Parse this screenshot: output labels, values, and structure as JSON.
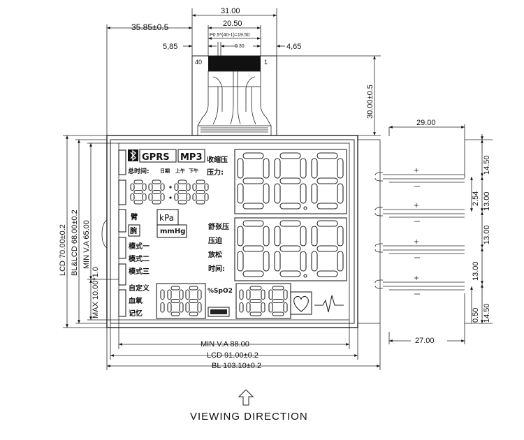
{
  "dimensions": {
    "fpc_total_width": "31.00",
    "fpc_contact_width": "20.50",
    "fpc_offset_left": "35.85±0.5",
    "pitch_note": "P0.5*(40-1)=19.50",
    "pin_width": "0.30",
    "fpc_left_margin": "5,85",
    "fpc_right_margin": "4,65",
    "fpc_length": "30.00±0.5",
    "pin_first": "40",
    "pin_last": "1",
    "lcd_height": "LCD 70.00±0.2",
    "bl_lcd_height": "BL&LCD 68.00±0.2",
    "min_va_height": "MIN V.A 65.00",
    "max_offset": "MAX 10.00*1.0",
    "min_va_width": "MIN V.A 88.00",
    "lcd_width": "LCD 91.00±0.2",
    "bl_width": "BL 103.10±0.2",
    "led_lead_width": "29.00",
    "led_lead_width_bottom": "27.00",
    "led_spacing_top": "14.50",
    "led_pitch": "2.54",
    "led_spacing_1": "13.00",
    "led_spacing_2": "13.00",
    "led_spacing_3": "13.00",
    "led_bottom_gap": "0.50",
    "led_spacing_bottom": "14.50"
  },
  "lcd": {
    "gprs": "GPRS",
    "mp3": "MP3",
    "total_time": "总时间:",
    "date": "日期",
    "am": "上午",
    "pm": "下午",
    "systolic": "收缩压",
    "pressure": "压力:",
    "kpa": "kPa",
    "mmhg": "mmHg",
    "arm": "臂",
    "wrist": "腕",
    "mode1": "模式一",
    "mode2": "模式二",
    "mode3": "模式三",
    "custom": "自定义",
    "blood_oxygen": "血氧",
    "memory": "记忆",
    "diastolic": "舒张压",
    "compress": "压迫",
    "relax": "放松",
    "time": "时间:",
    "spo2": "%SpO2"
  },
  "viewing_direction": "VIEWING DIRECTION"
}
